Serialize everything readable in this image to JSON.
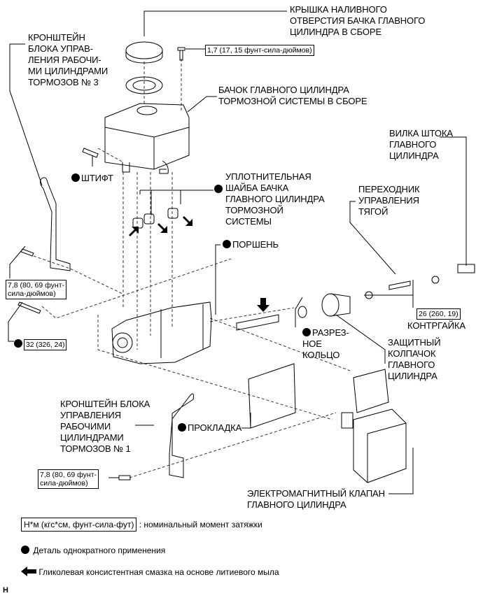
{
  "labels": {
    "cap": "КРЫШКА НАЛИВНОГО\nОТВЕРСТИЯ БАЧКА ГЛАВНОГО\nЦИЛИНДРА В СБОРЕ",
    "bracket3": "КРОНШТЕЙН\nБЛОКА УПРАВ-\nЛЕНИЯ РАБОЧИ-\nМИ ЦИЛИНДРАМИ\nТОРМОЗОВ № 3",
    "reservoir": "БАЧОК ГЛАВНОГО ЦИЛИНДРА\nТОРМОЗНОЙ СИСТЕМЫ В СБОРЕ",
    "pin": "ШТИФТ",
    "grommet": "УПЛОТНИТЕЛЬНАЯ\nШАЙБА БАЧКА\nГЛАВНОГО ЦИЛИНДРА\nТОРМОЗНОЙ\nСИСТЕМЫ",
    "clevis": "ВИЛКА ШТОКА\nГЛАВНОГО\nЦИЛИНДРА",
    "adapter": "ПЕРЕХОДНИК\nУПРАВЛЕНИЯ\nТЯГОЙ",
    "piston": "ПОРШЕНЬ",
    "snap_ring": "РАЗРЕЗ-\nНОЕ\nКОЛЬЦО",
    "lock_nut": "КОНТРГАЙКА",
    "boot": "ЗАЩИТНЫЙ\nКОЛПАЧОК\nГЛАВНОГО\nЦИЛИНДРА",
    "bracket1": "КРОНШТЕЙН БЛОКА\nУПРАВЛЕНИЯ\nРАБОЧИМИ\nЦИЛИНДРАМИ\nТОРМОЗОВ № 1",
    "gasket": "ПРОКЛАДКА",
    "solenoid": "ЭЛЕКТРОМАГНИТНЫЙ КЛАПАН\nГЛАВНОГО ЦИЛИНДРА"
  },
  "torques": {
    "reservoir_screw": "1,7 (17, 15 фунт-сила-дюймов)",
    "bracket3_bolt": "7,8 (80, 69 фунт-\nсила-дюймов)",
    "body_bolt": "32 (326, 24)",
    "lock_nut": "26 (260, 19)",
    "bracket1_bolt": "7,8 (80, 69 фунт-\nсила-дюймов)"
  },
  "legend": {
    "torque_box": "Н*м (кгс*см, фунт-сила-фут)",
    "torque_desc": ": номинальный момент затяжки",
    "non_reusable": "Деталь однократного применения",
    "grease": "Гликолевая консистентная смазка на основе литиевого мыла"
  },
  "corner_mark": "H",
  "colors": {
    "ink": "#000000",
    "background": "#ffffff"
  }
}
